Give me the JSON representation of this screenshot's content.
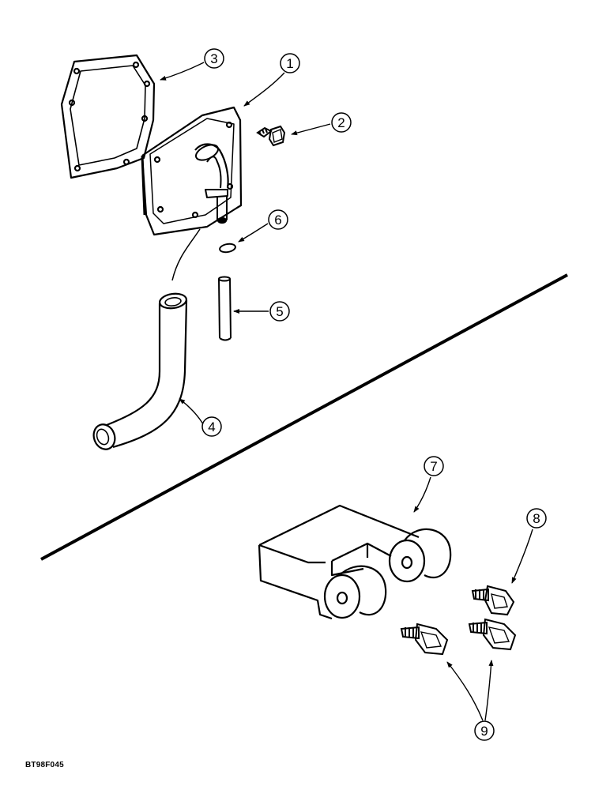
{
  "callouts": [
    {
      "id": "1",
      "label": "1"
    },
    {
      "id": "2",
      "label": "2"
    },
    {
      "id": "3",
      "label": "3"
    },
    {
      "id": "4",
      "label": "4"
    },
    {
      "id": "5",
      "label": "5"
    },
    {
      "id": "6",
      "label": "6"
    },
    {
      "id": "7",
      "label": "7"
    },
    {
      "id": "8",
      "label": "8"
    },
    {
      "id": "9",
      "label": "9"
    }
  ],
  "figure_code": "BT98F045"
}
